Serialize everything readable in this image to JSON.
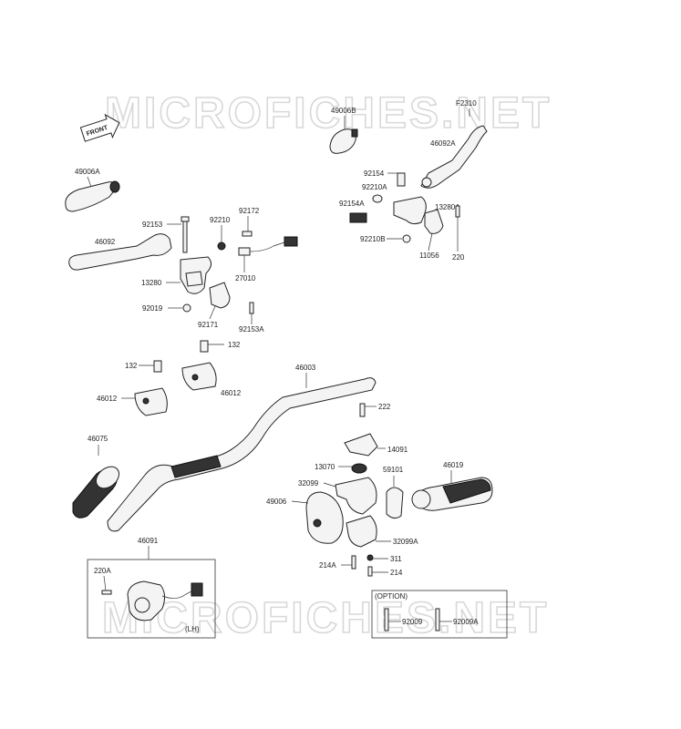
{
  "watermark": "MICROFICHES.NET",
  "front_arrow": "FRONT",
  "labels": {
    "p49006A": "49006A",
    "p92153": "92153",
    "p46092": "46092",
    "p92210": "92210",
    "p92172": "92172",
    "p13280": "13280",
    "p27010": "27010",
    "p92019": "92019",
    "p92171": "92171",
    "p92153A": "92153A",
    "p49006B": "49006B",
    "pF2310": "F2310",
    "p46092A": "46092A",
    "p92154": "92154",
    "p92210A": "92210A",
    "p92154A": "92154A",
    "p13280A": "13280A",
    "p92210B": "92210B",
    "p11056": "11056",
    "p220": "220",
    "p132a": "132",
    "p132b": "132",
    "p46012a": "46012",
    "p46012b": "46012",
    "p46003": "46003",
    "p222": "222",
    "p14091": "14091",
    "p46075": "46075",
    "p13070": "13070",
    "p59101": "59101",
    "p46019": "46019",
    "p32099": "32099",
    "p49006": "49006",
    "p32099A": "32099A",
    "p311": "311",
    "p214A": "214A",
    "p214": "214",
    "p46091": "46091",
    "p220A": "220A",
    "lh": "(LH)",
    "option": "(OPTION)",
    "p92009": "92009",
    "p92009A": "92009A"
  },
  "colors": {
    "line": "#222222",
    "watermark": "#d8d8d8",
    "background": "#ffffff"
  }
}
